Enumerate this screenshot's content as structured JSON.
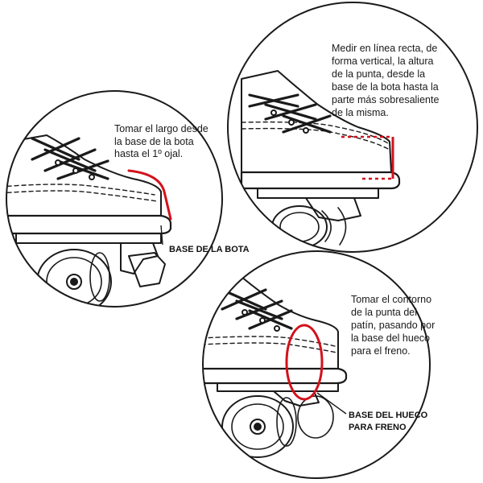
{
  "panel_top_left": {
    "note_lines": [
      "Tomar el largo desde",
      "la base de la bota",
      "hasta el 1º ojal."
    ],
    "label": "BASE DE LA BOTA"
  },
  "panel_top_right": {
    "note_lines": [
      "Medir en línea recta, de",
      "forma vertical, la altura",
      "de la punta, desde la",
      "base de la bota hasta la",
      "parte más sobresaliente",
      "de la misma."
    ]
  },
  "panel_bottom": {
    "note_lines": [
      "Tomar el contorno",
      "de la punta del",
      "patín, pasando por",
      "la base del hueco",
      "para el freno."
    ],
    "label_lines": [
      "BASE DEL HUECO",
      "PARA FRENO"
    ]
  },
  "colors": {
    "ink": "#1a1a1a",
    "accent": "#d3111b",
    "background": "#ffffff"
  }
}
